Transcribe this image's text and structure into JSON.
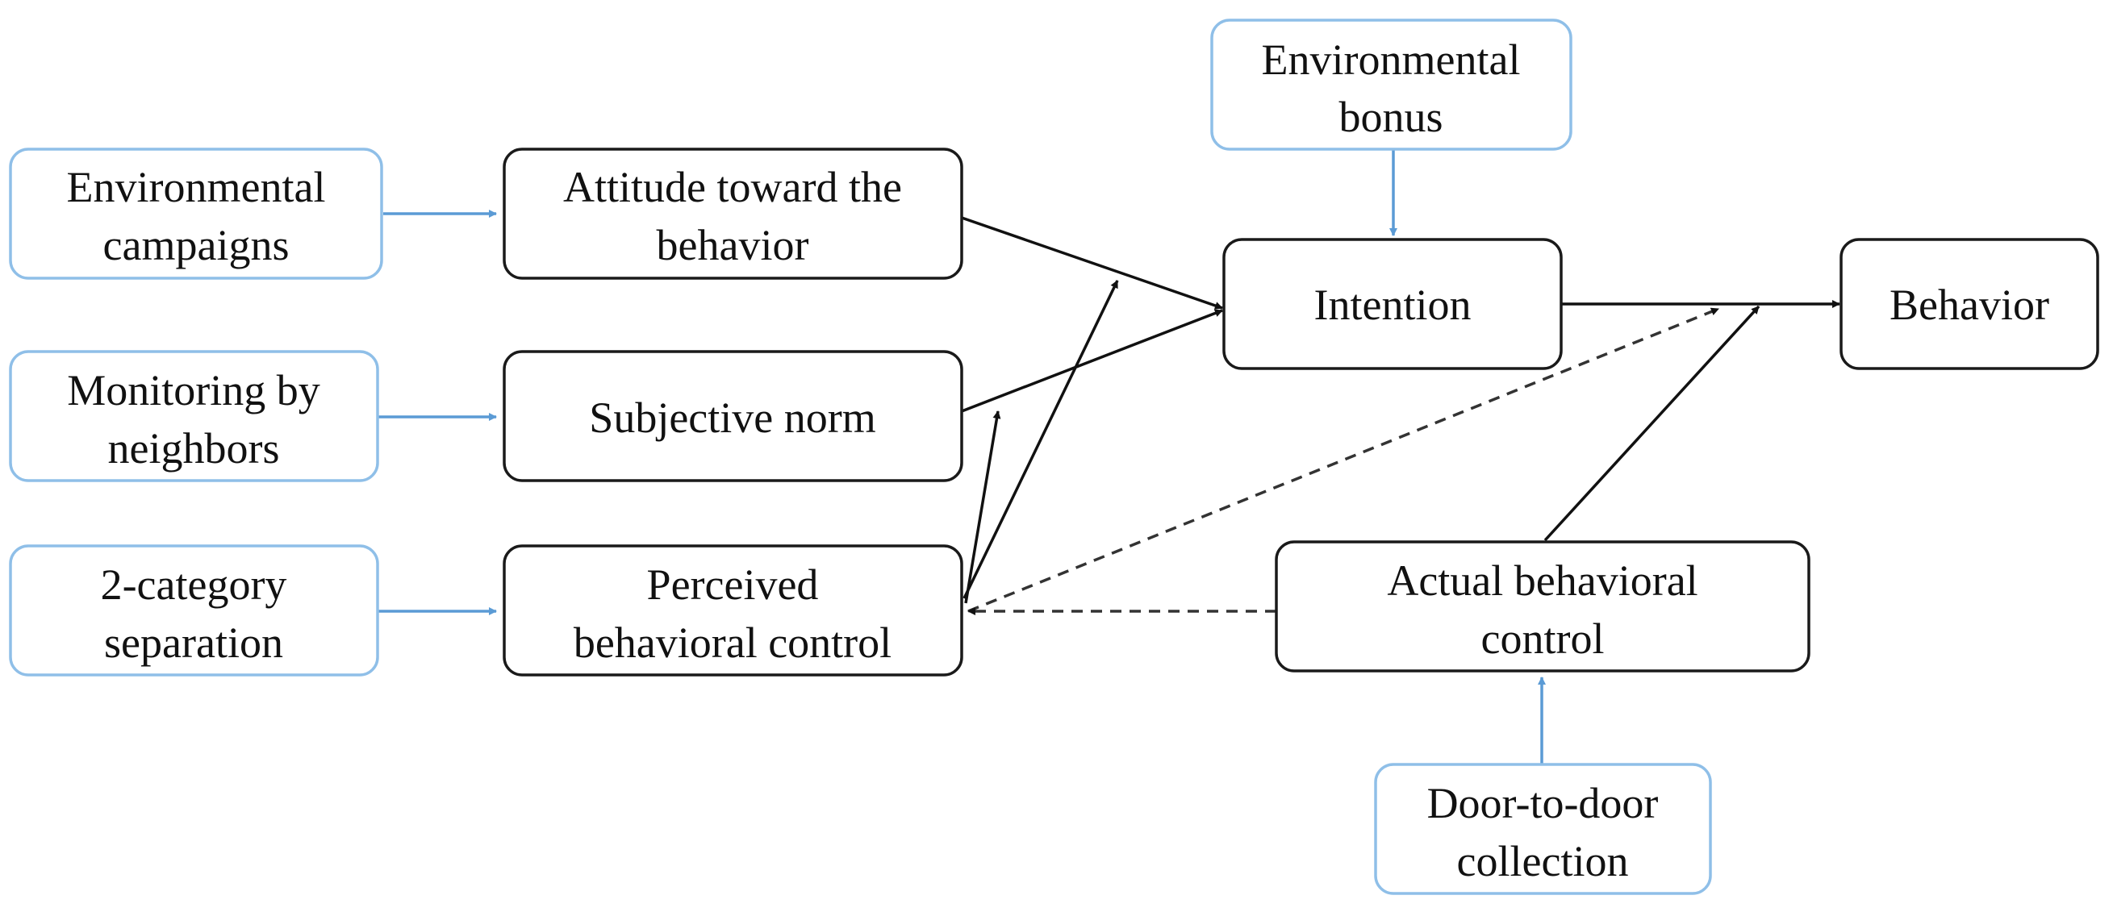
{
  "nodes": {
    "environmental_campaigns": {
      "lines": [
        "Environmental",
        "campaigns"
      ]
    },
    "monitoring_by_neighbors": {
      "lines": [
        "Monitoring by",
        "neighbors"
      ]
    },
    "two_category_separation": {
      "lines": [
        "2-category",
        "separation"
      ]
    },
    "attitude": {
      "lines": [
        "Attitude toward the",
        "behavior"
      ]
    },
    "subjective_norm": {
      "lines": [
        "Subjective norm"
      ]
    },
    "perceived_behavioral_control": {
      "lines": [
        "Perceived",
        "behavioral control"
      ]
    },
    "environmental_bonus": {
      "lines": [
        "Environmental",
        "bonus"
      ]
    },
    "intention": {
      "lines": [
        "Intention"
      ]
    },
    "behavior": {
      "lines": [
        "Behavior"
      ]
    },
    "actual_behavioral_control": {
      "lines": [
        "Actual behavioral",
        "control"
      ]
    },
    "door_to_door_collection": {
      "lines": [
        "Door-to-door",
        "collection"
      ]
    }
  },
  "colors": {
    "intervention_border": "#8fbfe8",
    "intervention_arrow": "#5b9bd5",
    "construct_border": "#1a1a1a",
    "arrow": "#111111"
  }
}
